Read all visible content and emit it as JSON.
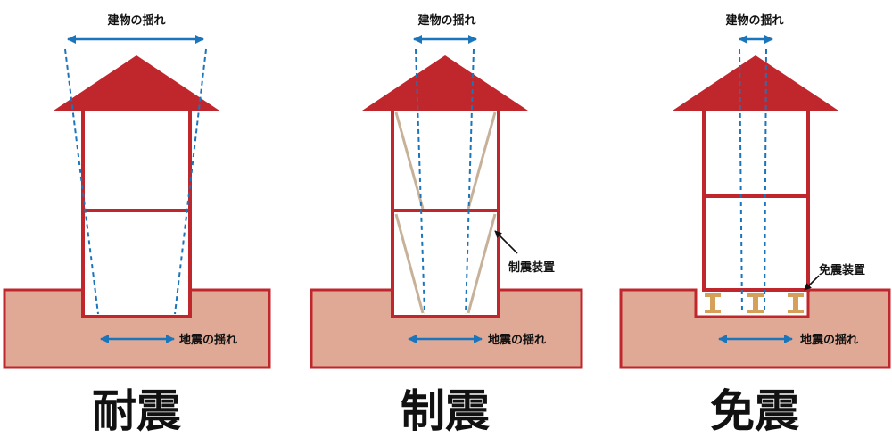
{
  "colors": {
    "roof": "#c0272d",
    "frame": "#c0272d",
    "ground_fill": "#e0a995",
    "ground_stroke": "#c0272d",
    "arrow": "#1b75bb",
    "brace": "#c7b299",
    "isolator": "#d4a05a",
    "text": "#111111"
  },
  "panels": [
    {
      "id": "taishin",
      "title": "耐震",
      "building_sway_label": "建物の揺れ",
      "ground_shake_label": "地震の揺れ",
      "device_label": ""
    },
    {
      "id": "seishin",
      "title": "制震",
      "building_sway_label": "建物の揺れ",
      "ground_shake_label": "地震の揺れ",
      "device_label": "制震装置"
    },
    {
      "id": "menshin",
      "title": "免震",
      "building_sway_label": "建物の揺れ",
      "ground_shake_label": "地震の揺れ",
      "device_label": "免震装置"
    }
  ]
}
